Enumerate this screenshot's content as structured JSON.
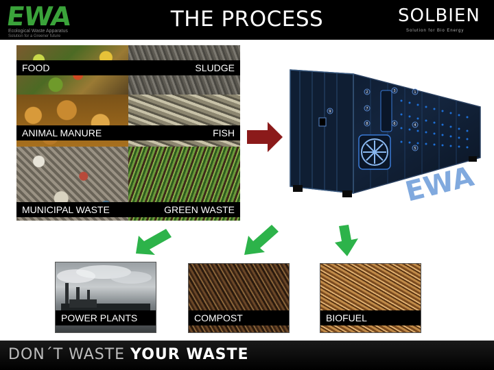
{
  "header": {
    "title": "THE PROCESS",
    "ewa_logo": {
      "word": "EWA",
      "line1": "Ecological Waste Apparatus",
      "line2": "Solution for a Greener future"
    },
    "solbien_logo": {
      "word": "SOLBIEN",
      "tagline": "Solution for Bio Energy"
    }
  },
  "inputs": {
    "food": "FOOD",
    "sludge": "SLUDGE",
    "animal_manure": "ANIMAL MANURE",
    "fish": "FISH",
    "municipal_waste": "MUNICIPAL WASTE",
    "green_waste": "GREEN WASTE"
  },
  "machine": {
    "brand": "EWA",
    "component_numbers": [
      "1",
      "2",
      "3",
      "4",
      "5",
      "6",
      "7",
      "8",
      "9"
    ]
  },
  "outputs": {
    "power_plants": "POWER PLANTS",
    "compost": "COMPOST",
    "biofuel": "BIOFUEL"
  },
  "footer": {
    "slogan_part1": "DON´T WASTE ",
    "slogan_part2": "YOUR WASTE"
  },
  "colors": {
    "arrow_red": "#8b1a1a",
    "arrow_green": "#2db34a",
    "logo_green": "#3aa33a",
    "machine_blue": "#1e6fd6"
  }
}
